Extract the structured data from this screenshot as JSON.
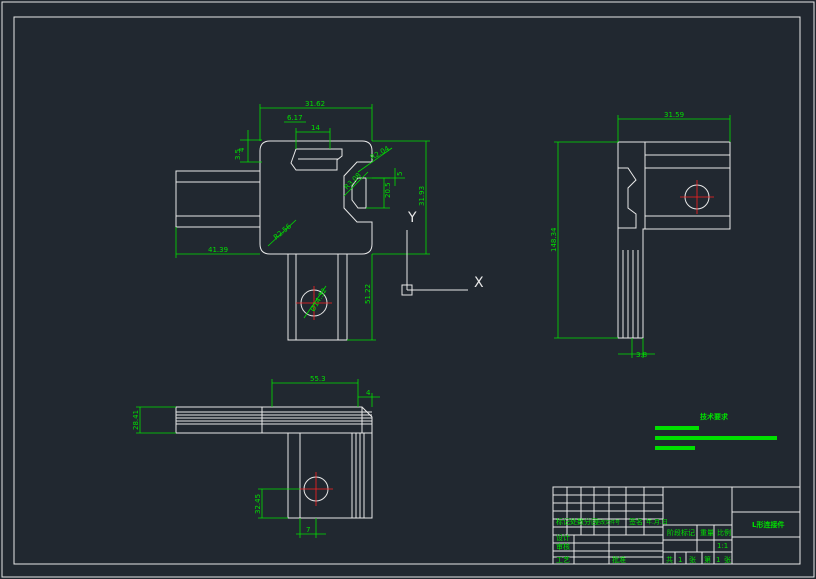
{
  "colors": {
    "background": "#212830",
    "outline": "#e8e8e8",
    "dimension": "#00e000",
    "centerline": "#ff2020"
  },
  "front_view": {
    "dims": {
      "top_width": "31.62",
      "top_small": "6.17",
      "slot_width": "14",
      "left_small_a": "4",
      "left_small_b": "3.5",
      "right_radius": "R2.04",
      "mid_a": "R3.08",
      "mid_b": "20.5",
      "mid_c": "5",
      "height_right": "31.93",
      "corner_radius": "R2.56",
      "left_length": "41.39",
      "hole_dia": "Ø14.32",
      "lower_length": "51.22"
    }
  },
  "side_view": {
    "dims": {
      "top_width": "31.59",
      "height": "148.34",
      "bottom_small": "3.8"
    }
  },
  "bottom_view": {
    "dims": {
      "top_width": "55.3",
      "right_small": "4",
      "left_height": "28.41",
      "lower_height": "32.45",
      "bottom_small": "7"
    }
  },
  "ucs": {
    "x_label": "X",
    "y_label": "Y"
  },
  "notes": {
    "title": "技术要求"
  },
  "title_block": {
    "part_name": "L形连接件",
    "labels": {
      "c1": "标记",
      "c2": "处数",
      "c3": "分区",
      "c4": "更改文件号",
      "c5": "签名",
      "c6": "年.月.日",
      "design": "设计",
      "review": "审核",
      "process": "工艺",
      "approve": "批准",
      "stage_mark": "阶段标记",
      "weight": "重量",
      "scale": "比例",
      "sheet_total": "共",
      "sheet_count": "1",
      "sheet_unit": "张",
      "sheet_no": "第",
      "sheet_num": "1",
      "sheet_unit2": "张",
      "scale_val": "1:1"
    }
  }
}
